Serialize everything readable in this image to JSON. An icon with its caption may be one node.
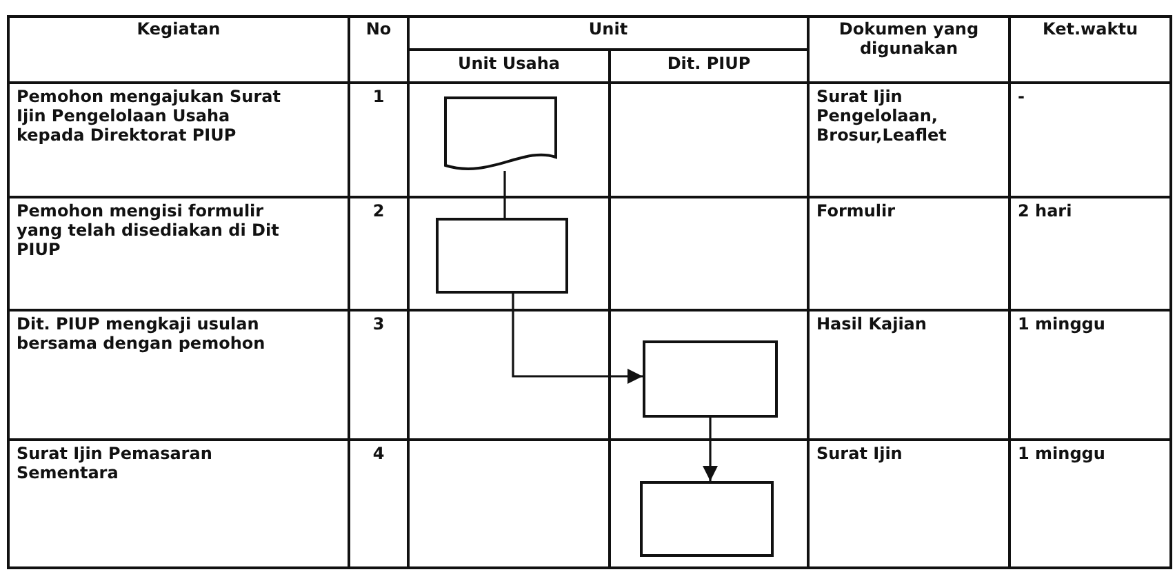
{
  "diagram": {
    "nodes": [
      {
        "text": [],
        "shape": "document"
      },
      {
        "text": [],
        "shape": "box"
      },
      {
        "text": [],
        "shape": "box"
      },
      {
        "text": [],
        "shape": "box"
      }
    ],
    "edges": [
      {
        "from": 0,
        "to": 1,
        "arrow": "none"
      },
      {
        "from": 1,
        "to": 2,
        "arrow": "to"
      },
      {
        "from": 2,
        "to": 3,
        "arrow": "to"
      }
    ],
    "labels": [
      "Kegiatan",
      "No",
      "Unit",
      "Dokumen yang digunakan",
      "Ket.waktu",
      "Unit Usaha",
      "Dit. PIUP",
      "Pemohon mengajukan Surat Ijin Pengelolaan Usaha kepada Direktorat PIUP",
      "1",
      "Surat Ijin Pengelolaan, Brosur,Leaflet",
      "-",
      "Pemohon mengisi formulir yang telah disediakan di Dit PIUP",
      "2",
      "Formulir",
      "2 hari",
      "Dit. PIUP mengkaji usulan bersama dengan pemohon",
      "3",
      "Hasil Kajian",
      "1 minggu",
      "Surat Ijin Pemasaran Sementara",
      "4",
      "Surat Ijin",
      "1 minggu"
    ]
  }
}
